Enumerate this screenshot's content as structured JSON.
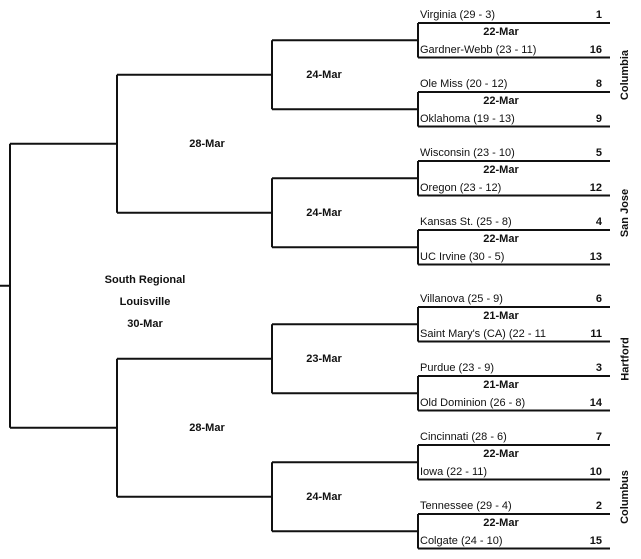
{
  "regional": {
    "title": "South Regional",
    "city": "Louisville",
    "date": "30-Mar"
  },
  "pods": [
    {
      "site": "Columbia",
      "games": [
        {
          "date": "22-Mar",
          "top": {
            "team": "Virginia (29 - 3)",
            "seed": "1"
          },
          "bottom": {
            "team": "Gardner-Webb (23 - 11)",
            "seed": "16"
          }
        },
        {
          "date": "22-Mar",
          "top": {
            "team": "Ole Miss (20 - 12)",
            "seed": "8"
          },
          "bottom": {
            "team": "Oklahoma (19 - 13)",
            "seed": "9"
          }
        }
      ],
      "second_round_date": "24-Mar"
    },
    {
      "site": "San Jose",
      "games": [
        {
          "date": "22-Mar",
          "top": {
            "team": "Wisconsin (23 - 10)",
            "seed": "5"
          },
          "bottom": {
            "team": "Oregon (23 - 12)",
            "seed": "12"
          }
        },
        {
          "date": "22-Mar",
          "top": {
            "team": "Kansas St. (25 - 8)",
            "seed": "4"
          },
          "bottom": {
            "team": "UC Irvine (30 - 5)",
            "seed": "13"
          }
        }
      ],
      "second_round_date": "24-Mar"
    },
    {
      "site": "Hartford",
      "games": [
        {
          "date": "21-Mar",
          "top": {
            "team": "Villanova (25 - 9)",
            "seed": "6"
          },
          "bottom": {
            "team": "Saint Mary's (CA) (22 - 11",
            "seed": "11"
          }
        },
        {
          "date": "21-Mar",
          "top": {
            "team": "Purdue (23 - 9)",
            "seed": "3"
          },
          "bottom": {
            "team": "Old Dominion (26 - 8)",
            "seed": "14"
          }
        }
      ],
      "second_round_date": "23-Mar"
    },
    {
      "site": "Columbus",
      "games": [
        {
          "date": "22-Mar",
          "top": {
            "team": "Cincinnati (28 - 6)",
            "seed": "7"
          },
          "bottom": {
            "team": "Iowa (22 - 11)",
            "seed": "10"
          }
        },
        {
          "date": "22-Mar",
          "top": {
            "team": "Tennessee (29 - 4)",
            "seed": "2"
          },
          "bottom": {
            "team": "Colgate (24 - 10)",
            "seed": "15"
          }
        }
      ],
      "second_round_date": "24-Mar"
    }
  ],
  "sweet16_dates": [
    "28-Mar",
    "28-Mar"
  ],
  "colors": {
    "line": "#111111",
    "text": "#111111",
    "background": "#ffffff"
  }
}
